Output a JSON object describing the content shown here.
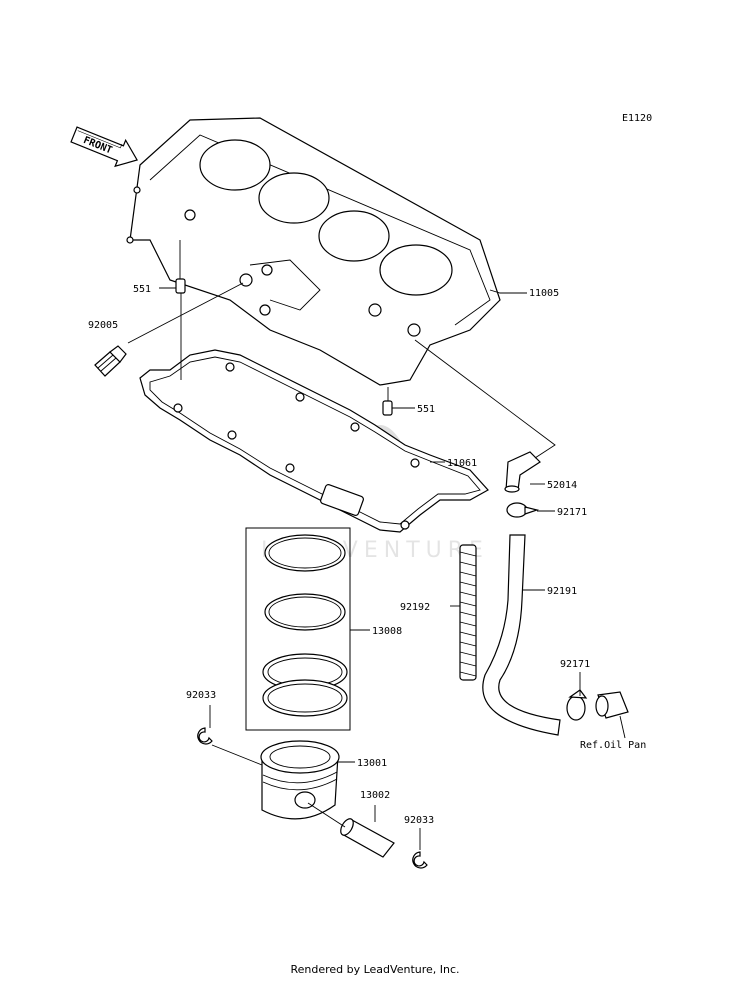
{
  "diagram_code": "E1120",
  "front_arrow_label": "FRONT",
  "watermark": "LEADVENTURE",
  "callouts": {
    "c11005": "11005",
    "c551_top": "551",
    "c92005": "92005",
    "c551_bottom": "551",
    "c11061": "11061",
    "c52014": "52014",
    "c92171_top": "92171",
    "c92191": "92191",
    "c92192": "92192",
    "c13008": "13008",
    "c92171_bottom": "92171",
    "c92033_left": "92033",
    "c13001": "13001",
    "c13002": "13002",
    "c92033_right": "92033",
    "ref_oil_pan": "Ref.Oil Pan"
  },
  "footer": "Rendered by LeadVenture, Inc."
}
